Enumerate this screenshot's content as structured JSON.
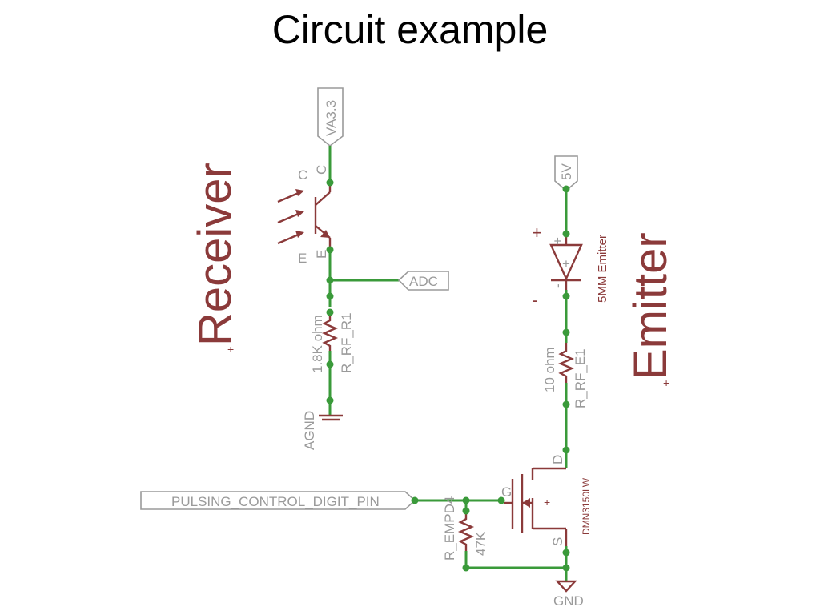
{
  "title": "Circuit example",
  "sections": {
    "receiver": "Receiver",
    "emitter": "Emitter"
  },
  "nets": {
    "va33": "VA3.3",
    "adc": "ADC",
    "agnd": "AGND",
    "v5": "5V",
    "gnd": "GND",
    "pulse": "PULSING_CONTROL_DIGIT_PIN"
  },
  "receiver": {
    "pin_c_outer": "C",
    "pin_c_inner": "C",
    "pin_e_outer": "E",
    "pin_e_inner": "E",
    "resistor_value": "1.8K ohm",
    "resistor_name": "R_RF_R1"
  },
  "emitter": {
    "led_name": "5MM Emitter",
    "plus": "+",
    "minus": "-",
    "pin_plus": "+",
    "pin_minus": "-",
    "resistor_value": "10 ohm",
    "resistor_name": "R_RF_E1"
  },
  "mosfet": {
    "name": "DMN3150LW",
    "gate": "G",
    "drain": "D",
    "source": "S",
    "plus": "+"
  },
  "gate_resistor": {
    "name": "R_EMPD4",
    "value": "47K"
  },
  "colors": {
    "wire": "#3a9a3a",
    "device": "#8b3a3a",
    "flag": "#9a9a9a"
  }
}
